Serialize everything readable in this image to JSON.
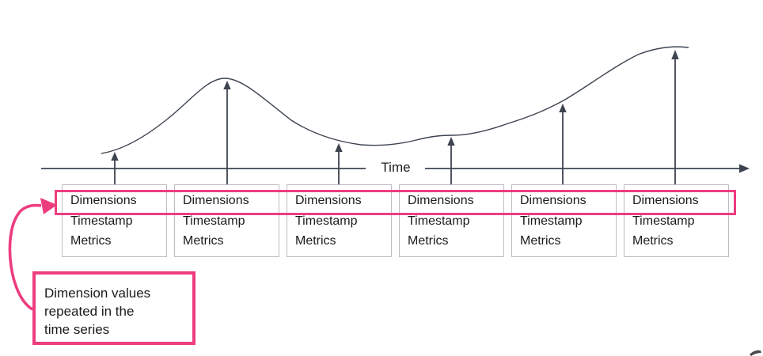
{
  "colors": {
    "accent_pink": "#ED3D7F",
    "line": "#3D4450",
    "text": "#1B1B1E",
    "card_border": "#BDBDC2"
  },
  "axis": {
    "label": "Time"
  },
  "cards": [
    {
      "dimensions": "Dimensions",
      "timestamp": "Timestamp",
      "metrics": "Metrics"
    },
    {
      "dimensions": "Dimensions",
      "timestamp": "Timestamp",
      "metrics": "Metrics"
    },
    {
      "dimensions": "Dimensions",
      "timestamp": "Timestamp",
      "metrics": "Metrics"
    },
    {
      "dimensions": "Dimensions",
      "timestamp": "Timestamp",
      "metrics": "Metrics"
    },
    {
      "dimensions": "Dimensions",
      "timestamp": "Timestamp",
      "metrics": "Metrics"
    },
    {
      "dimensions": "Dimensions",
      "timestamp": "Timestamp",
      "metrics": "Metrics"
    }
  ],
  "callout": {
    "lines": [
      "Dimension values",
      "repeated in the",
      "time series"
    ]
  }
}
